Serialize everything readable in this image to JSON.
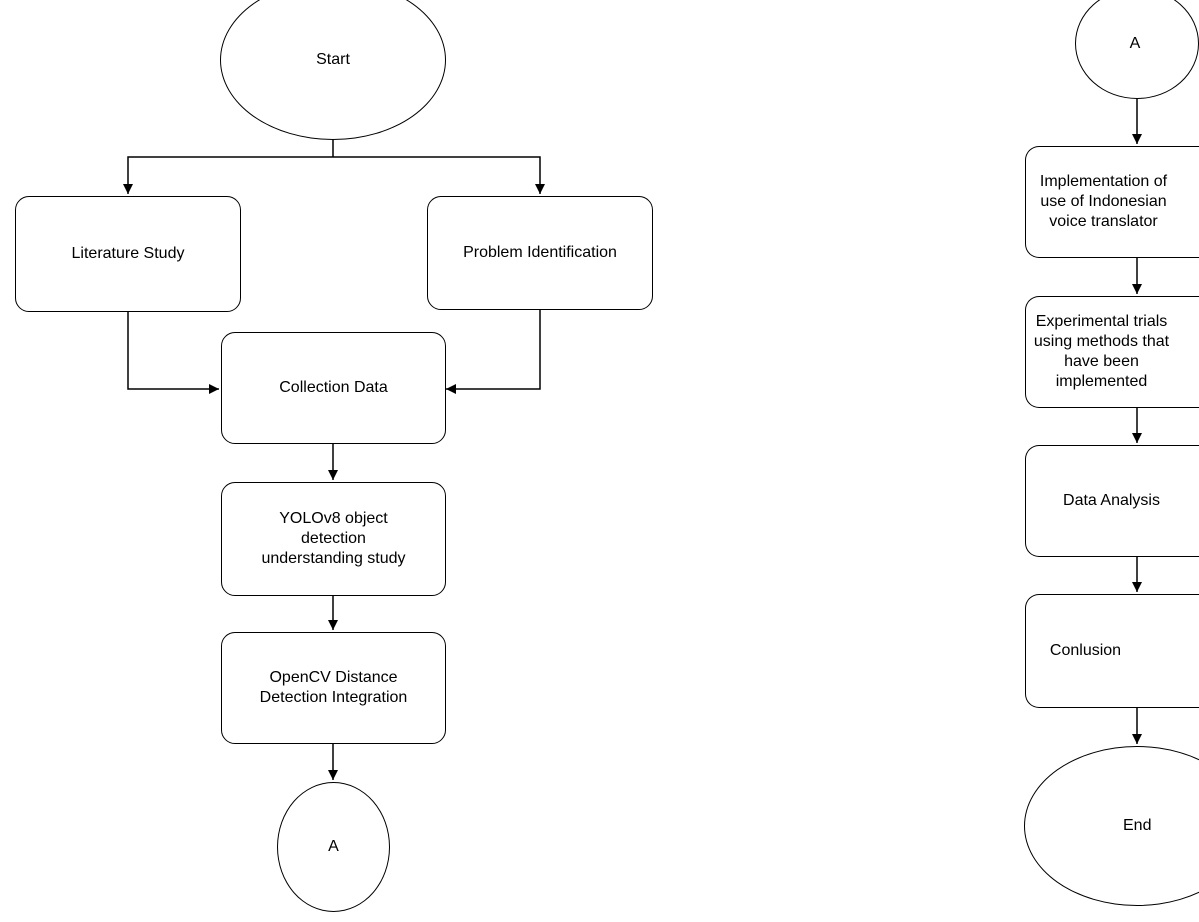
{
  "left_flow": {
    "start": "Start",
    "literature_study": "Literature Study",
    "problem_identification": "Problem Identification",
    "collection_data": "Collection Data",
    "yolo_study": "YOLOv8 object\ndetection\nunderstanding study",
    "opencv_integration": "OpenCV Distance\nDetection Integration",
    "connector_a": "A"
  },
  "right_flow": {
    "connector_a": "A",
    "implementation": "Implementation of\nuse of Indonesian\nvoice translator",
    "experimental_trials": "Experimental trials\nusing methods that\nhave been\nimplemented",
    "data_analysis": "Data Analysis",
    "conclusion": "Conlusion",
    "end": "End"
  },
  "colors": {
    "stroke": "#000000",
    "fill": "#ffffff",
    "text": "#000000"
  }
}
